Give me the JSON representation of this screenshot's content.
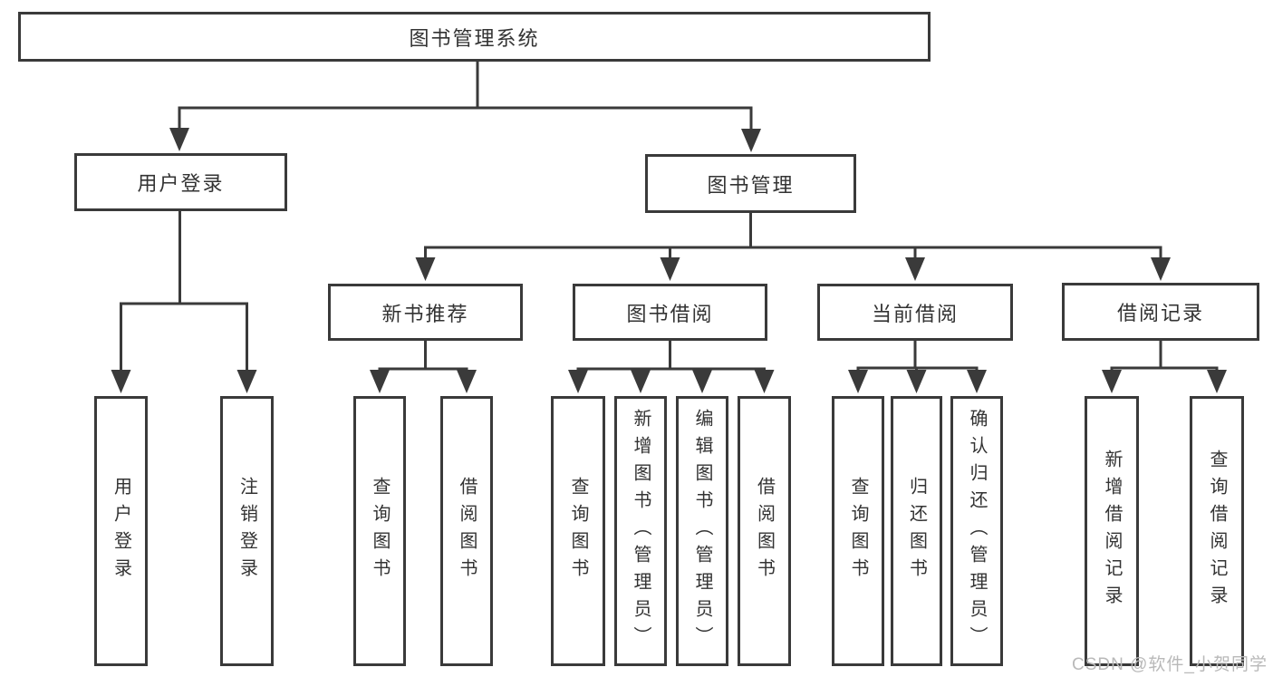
{
  "diagram": {
    "root": {
      "label": "图书管理系统"
    },
    "level2": [
      {
        "label": "用户登录",
        "children": [
          {
            "label": "用户登录"
          },
          {
            "label": "注销登录"
          }
        ]
      },
      {
        "label": "图书管理",
        "children": [
          {
            "label": "新书推荐",
            "children": [
              {
                "label": "查询图书"
              },
              {
                "label": "借阅图书"
              }
            ]
          },
          {
            "label": "图书借阅",
            "children": [
              {
                "label": "查询图书"
              },
              {
                "label": "新增图书（管理员）"
              },
              {
                "label": "编辑图书（管理员）"
              },
              {
                "label": "借阅图书"
              }
            ]
          },
          {
            "label": "当前借阅",
            "children": [
              {
                "label": "查询图书"
              },
              {
                "label": "归还图书"
              },
              {
                "label": "确认归还（管理员）"
              }
            ]
          },
          {
            "label": "借阅记录",
            "children": [
              {
                "label": "新增借阅记录"
              },
              {
                "label": "查询借阅记录"
              }
            ]
          }
        ]
      }
    ]
  },
  "style": {
    "line_color": "#3a3a3a",
    "text_color": "#333333",
    "watermark_color": "#b9b9b9"
  },
  "watermark": {
    "text": "CSDN @软件_小贺同学"
  }
}
